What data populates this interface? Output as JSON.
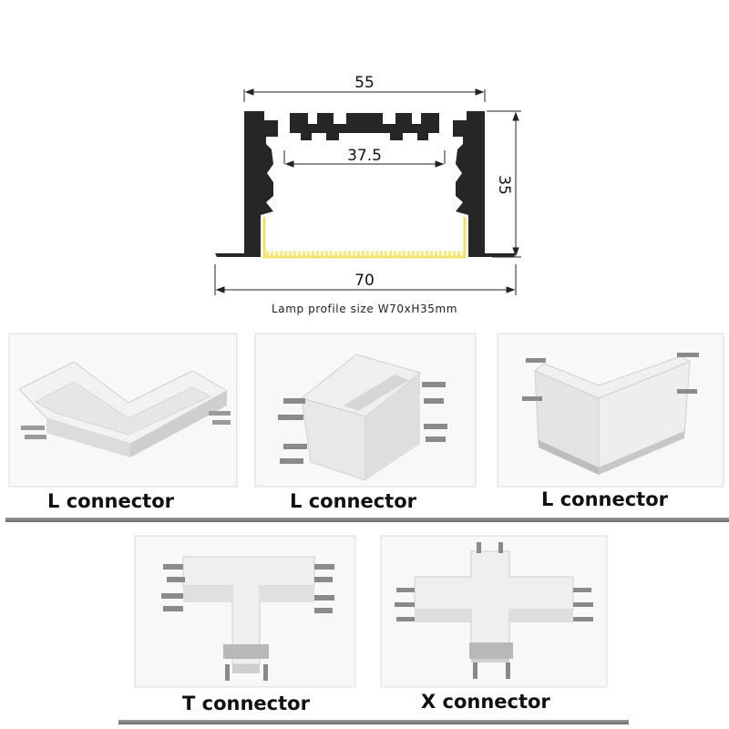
{
  "profile": {
    "dim_top": "55",
    "dim_inner": "37.5",
    "dim_height": "35",
    "dim_bottom": "70",
    "caption": "Lamp profile size W70xH35mm"
  },
  "connectors": [
    {
      "label": "L connector"
    },
    {
      "label": "L connector"
    },
    {
      "label": "L connector"
    },
    {
      "label": "T connector"
    },
    {
      "label": "X connector"
    }
  ],
  "colors": {
    "profile_body": "#262626",
    "led_strip": "#f6ea7c",
    "connector_body": "#ececec",
    "rule": "#7a7a7a"
  }
}
